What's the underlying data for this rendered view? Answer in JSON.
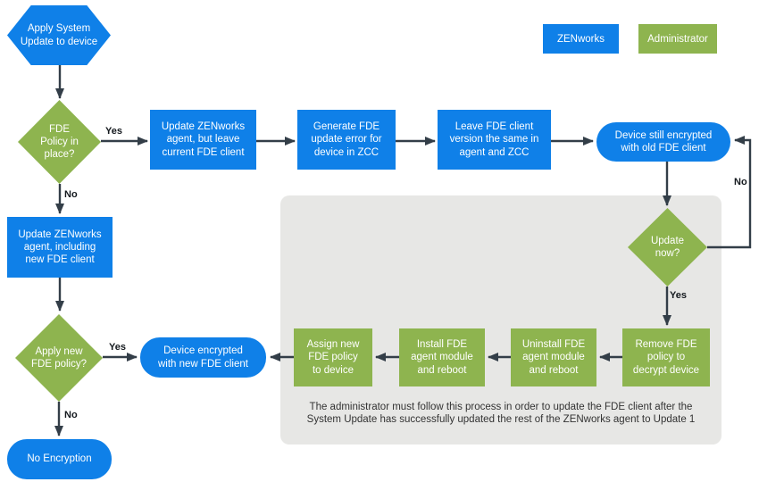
{
  "colors": {
    "zenworks_blue": "#0f80e8",
    "administrator_green": "#8eb44f",
    "arrow": "#333e48",
    "note_background": "#e7e7e5",
    "node_text": "#ffffff",
    "note_text": "#333333"
  },
  "legend": {
    "items": [
      {
        "label": "ZENworks"
      },
      {
        "label": "Administrator"
      }
    ]
  },
  "nodes": {
    "start": {
      "label": "Apply System\nUpdate to device"
    },
    "fde_policy": {
      "label": "FDE\nPolicy in\nplace?"
    },
    "update_agent_leave": {
      "label": "Update ZENworks\nagent, but leave\ncurrent FDE client"
    },
    "generate_error": {
      "label": "Generate FDE\nupdate error for\ndevice in ZCC"
    },
    "leave_version": {
      "label": "Leave FDE client\nversion the same in\nagent and ZCC"
    },
    "still_encrypted": {
      "label": "Device still encrypted\nwith old FDE client"
    },
    "update_now": {
      "label": "Update\nnow?"
    },
    "remove_policy": {
      "label": "Remove FDE\npolicy to\ndecrypt device"
    },
    "uninstall_module": {
      "label": "Uninstall FDE\nagent module\nand reboot"
    },
    "install_module": {
      "label": "Install FDE\nagent module\nand reboot"
    },
    "assign_policy": {
      "label": "Assign new\nFDE policy\nto device"
    },
    "encrypted_new": {
      "label": "Device encrypted\nwith new FDE client"
    },
    "apply_new_policy": {
      "label": "Apply new\nFDE policy?"
    },
    "update_agent_new": {
      "label": "Update ZENworks\nagent, including\nnew FDE client"
    },
    "no_encryption": {
      "label": "No Encryption"
    }
  },
  "edge_labels": {
    "policy_yes": "Yes",
    "policy_no": "No",
    "update_now_no": "No",
    "update_now_yes": "Yes",
    "apply_yes": "Yes",
    "apply_no": "No"
  },
  "note": "The administrator must follow this process in order to update the FDE client after the\nSystem Update has successfully updated the rest of the ZENworks agent to Update 1"
}
